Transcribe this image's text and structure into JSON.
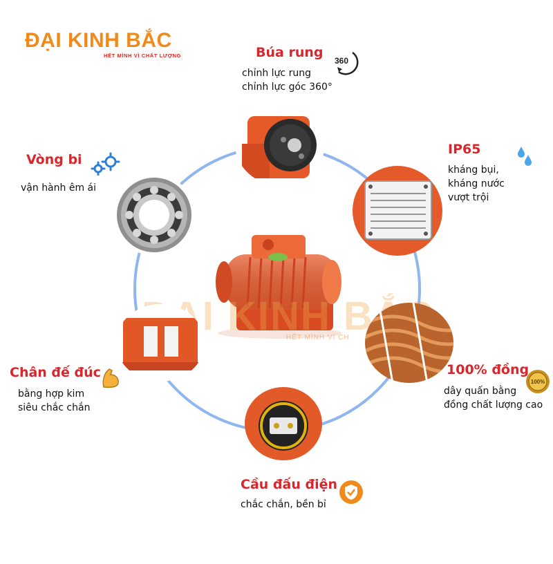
{
  "logo": {
    "brand": "ĐẠI KINH BẮC",
    "slogan": "HẾT MÌNH VÌ CHẤT LƯỢNG"
  },
  "watermark": {
    "brand": "ĐẠI KINH BẮC",
    "slogan": "HẾT MÌNH VÌ CH"
  },
  "features": {
    "bua_rung": {
      "title": "Búa rung",
      "lines": [
        "chỉnh lực rung",
        "chỉnh lực góc 360°"
      ],
      "badge": "360"
    },
    "ip65": {
      "title": "IP65",
      "lines": [
        "kháng bụi,",
        "kháng nước",
        "vượt trội"
      ]
    },
    "vong_bi": {
      "title": "Vòng bi",
      "lines": [
        "vận hành êm ái"
      ]
    },
    "chan_de": {
      "title": "Chân đế đúc",
      "lines": [
        "bằng hợp kim",
        "siêu chắc chắn"
      ]
    },
    "dong": {
      "title": "100% đồng",
      "lines": [
        "dây quấn bằng",
        "đồng chất lượng cao"
      ],
      "badge": "100%"
    },
    "cau_dau": {
      "title": "Cầu đấu điện",
      "lines": [
        "chắc chắn, bền bỉ"
      ]
    }
  },
  "colors": {
    "brand_orange": "#f08a1c",
    "title_red": "#d9262c",
    "ring_blue": "#8fb6ee",
    "motor_orange": "#e5562a"
  }
}
